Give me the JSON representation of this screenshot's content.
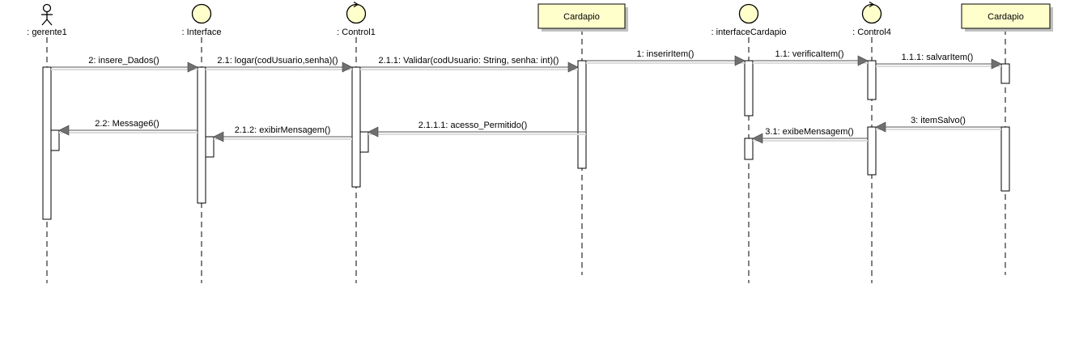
{
  "participants": [
    {
      "id": "gerente1",
      "kind": "actor",
      "label": ": gerente1"
    },
    {
      "id": "interface",
      "kind": "boundary",
      "label": ": Interface"
    },
    {
      "id": "control1",
      "kind": "control",
      "label": ": Control1"
    },
    {
      "id": "cardapio1",
      "kind": "entity-box",
      "label": "Cardapio"
    },
    {
      "id": "interfaceCardapio",
      "kind": "boundary",
      "label": ": interfaceCardapio"
    },
    {
      "id": "control4",
      "kind": "control",
      "label": ": Control4"
    },
    {
      "id": "cardapio2",
      "kind": "entity-box",
      "label": "Cardapio"
    }
  ],
  "messages": [
    {
      "from": "gerente1",
      "to": "interface",
      "label": "2: insere_Dados()"
    },
    {
      "from": "interface",
      "to": "control1",
      "label": "2.1: logar(codUsuario,senha)()"
    },
    {
      "from": "control1",
      "to": "cardapio1",
      "label": "2.1.1: Validar(codUsuario: String, senha: int)()"
    },
    {
      "from": "cardapio1",
      "to": "interfaceCardapio",
      "label": "1: inserirItem()"
    },
    {
      "from": "interfaceCardapio",
      "to": "control4",
      "label": "1.1: verificaItem()"
    },
    {
      "from": "control4",
      "to": "cardapio2",
      "label": "1.1.1: salvarItem()"
    },
    {
      "from": "cardapio2",
      "to": "control4",
      "label": "3: itemSalvo()"
    },
    {
      "from": "control4",
      "to": "interfaceCardapio",
      "label": "3.1: exibeMensagem()"
    },
    {
      "from": "cardapio1",
      "to": "control1",
      "label": "2.1.1.1: acesso_Permitido()"
    },
    {
      "from": "control1",
      "to": "interface",
      "label": "2.1.2: exibirMensagem()"
    },
    {
      "from": "interface",
      "to": "gerente1",
      "label": "2.2: Message6()"
    }
  ]
}
